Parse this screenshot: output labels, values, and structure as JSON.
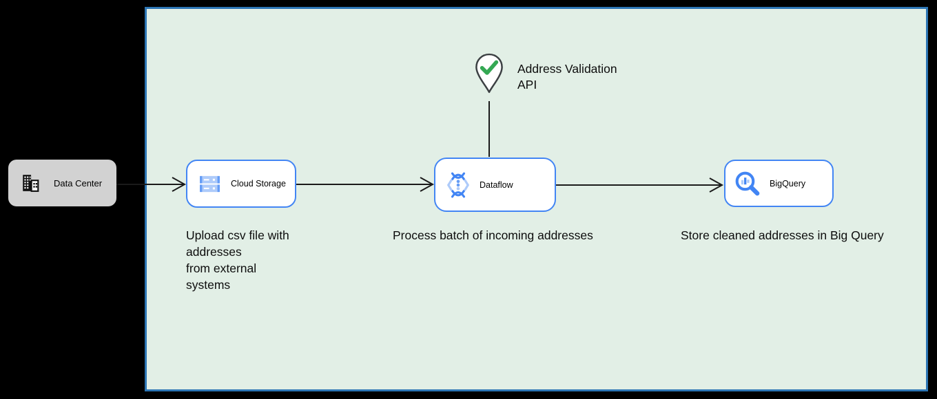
{
  "diagram": {
    "type": "cloud-architecture-flow",
    "boundary": {
      "description": "pipeline-boundary-region"
    },
    "nodes": {
      "data_center": {
        "label": "Data Center",
        "icon": "office-building-icon"
      },
      "cloud_storage": {
        "label": "Cloud Storage",
        "icon": "cloud-storage-icon"
      },
      "dataflow": {
        "label": "Dataflow",
        "icon": "dataflow-icon"
      },
      "bigquery": {
        "label": "BigQuery",
        "icon": "bigquery-icon"
      },
      "address_validation": {
        "label": "Address Validation\nAPI",
        "icon": "location-pin-check-icon"
      }
    },
    "annotations": {
      "upload": "Upload csv file with\naddresses\nfrom external\nsystems",
      "process": "Process batch of incoming addresses",
      "store": "Store cleaned addresses in Big Query"
    },
    "edges": [
      {
        "from": "data_center",
        "to": "cloud_storage",
        "style": "open-arrow"
      },
      {
        "from": "cloud_storage",
        "to": "dataflow",
        "style": "open-arrow"
      },
      {
        "from": "dataflow",
        "to": "bigquery",
        "style": "open-arrow"
      },
      {
        "from": "address_validation",
        "to": "dataflow",
        "style": "plain-line"
      }
    ],
    "colors": {
      "page_background": "#000000",
      "boundary_fill": "#e2efe6",
      "boundary_border": "#2d76b5",
      "node_border": "#4285f4",
      "node_fill": "#ffffff",
      "data_center_fill": "#d2d2d2",
      "arrow": "#1a1a1a",
      "check_green": "#34a853",
      "icon_blue": "#4285f4",
      "icon_light_blue": "#aecbfa",
      "icon_mid_blue": "#669df6",
      "pin_outline": "#3c4043"
    }
  }
}
